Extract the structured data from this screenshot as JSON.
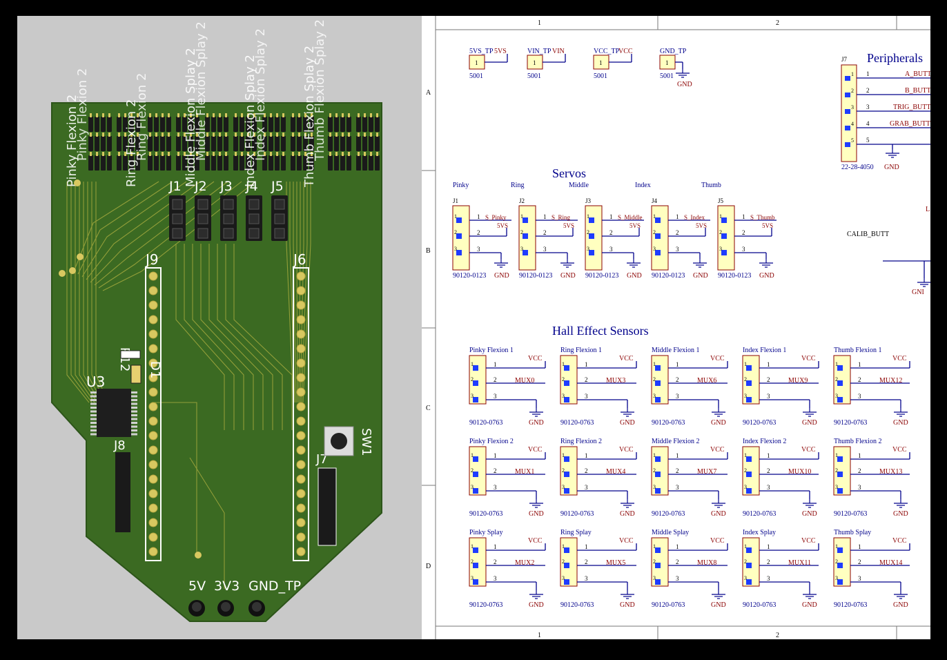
{
  "pcb": {
    "header_labels": [
      "Pinky Flexion 2",
      "Ring Flexion 2",
      "Middle Flexion Splay 2",
      "Index Flexion Splay 2",
      "Thumb Flexion Splay 2"
    ],
    "servo_headers": [
      "J1",
      "J2",
      "J3",
      "J4",
      "J5"
    ],
    "mcu_left": "J9",
    "mcu_right": "J6",
    "chip": "U3",
    "resistor": "R12",
    "led": "D1",
    "switch": "SW1",
    "aux_left": "J8",
    "aux_right": "J7",
    "test_points": [
      "5V",
      "3V3",
      "GND_TP"
    ],
    "colors": {
      "board": "#3b6a22",
      "board_edge": "#2c5419",
      "trace": "#a2a83e",
      "pad": "#d8c860",
      "silk": "#ffffff"
    }
  },
  "schematic": {
    "column_labels": [
      "1",
      "2"
    ],
    "row_labels": [
      "A",
      "B",
      "C",
      "D"
    ],
    "test_points": [
      {
        "name": "5VS_TP",
        "net": "5VS",
        "pin": "1",
        "part": "5001"
      },
      {
        "name": "VIN_TP",
        "net": "VIN",
        "pin": "1",
        "part": "5001"
      },
      {
        "name": "VCC_TP",
        "net": "VCC",
        "pin": "1",
        "part": "5001"
      },
      {
        "name": "GND_TP",
        "net": "GND",
        "pin": "1",
        "part": "5001"
      }
    ],
    "peripherals": {
      "title": "Peripherals",
      "ref": "J7",
      "part": "22-28-4050",
      "nets": [
        "A_BUTT",
        "B_BUTT",
        "TRIG_BUTT",
        "GRAB_BUTT"
      ],
      "gnd": "GND"
    },
    "servos": {
      "title": "Servos",
      "fingers": [
        "Pinky",
        "Ring",
        "Middle",
        "Index",
        "Thumb"
      ],
      "refs": [
        "J1",
        "J2",
        "J3",
        "J4",
        "J5"
      ],
      "signals": [
        "S_Pinky",
        "S_Ring",
        "S_Middle",
        "S_Index",
        "S_Thumb"
      ],
      "power": "5VS",
      "part": "90120-0123",
      "gnd": "GND"
    },
    "calib": {
      "label": "CALIB_BUTT",
      "partial": "L",
      "gnd": "GNI"
    },
    "hall": {
      "title": "Hall Effect Sensors",
      "rows": [
        {
          "labels": [
            "Pinky Flexion 1",
            "Ring Flexion 1",
            "Middle Flexion 1",
            "Index Flexion 1",
            "Thumb Flexion 1"
          ],
          "mux": [
            "MUX0",
            "MUX3",
            "MUX6",
            "MUX9",
            "MUX12"
          ]
        },
        {
          "labels": [
            "Pinky Flexion 2",
            "Ring Flexion 2",
            "Middle Flexion 2",
            "Index Flexion 2",
            "Thumb Flexion 2"
          ],
          "mux": [
            "MUX1",
            "MUX4",
            "MUX7",
            "MUX10",
            "MUX13"
          ]
        },
        {
          "labels": [
            "Pinky Splay",
            "Ring Splay",
            "Middle Splay",
            "Index Splay",
            "Thumb Splay"
          ],
          "mux": [
            "MUX2",
            "MUX5",
            "MUX8",
            "MUX11",
            "MUX14"
          ]
        }
      ],
      "vcc": "VCC",
      "part": "90120-0763",
      "gnd": "GND",
      "pins": [
        "1",
        "2",
        "3"
      ]
    },
    "colors": {
      "wire": "#00008b",
      "part_fill": "#ffffc0",
      "part_stroke": "#8b0000",
      "pin_blue": "#1e3cff",
      "net_text": "#8b0000"
    }
  }
}
